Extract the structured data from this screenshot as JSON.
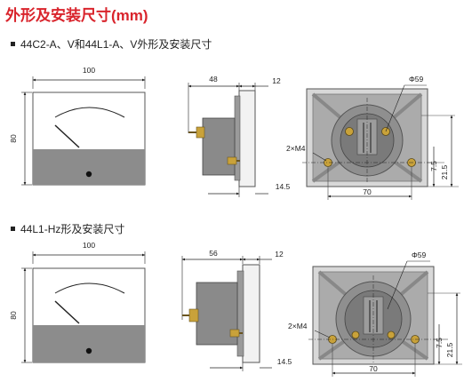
{
  "title": "外形及安装尺寸(mm)",
  "sections": [
    {
      "heading": "44C2-A、V和44L1-A、V外形及安装尺寸",
      "front": {
        "width": "100",
        "height": "80"
      },
      "side": {
        "depth": "48",
        "flange": "12",
        "stud": "14.5"
      },
      "back": {
        "diameter": "Φ59",
        "screws": "2×M4",
        "span": "70",
        "offset": "7.5",
        "vertical": "21.5"
      }
    },
    {
      "heading": "44L1-Hz形及安装尺寸",
      "front": {
        "width": "100",
        "height": "80"
      },
      "side": {
        "depth": "56",
        "flange": "12",
        "stud": "14.5"
      },
      "back": {
        "diameter": "Φ59",
        "screws": "2×M4",
        "span": "70",
        "offset": "7.5",
        "vertical": "21.5"
      }
    }
  ]
}
